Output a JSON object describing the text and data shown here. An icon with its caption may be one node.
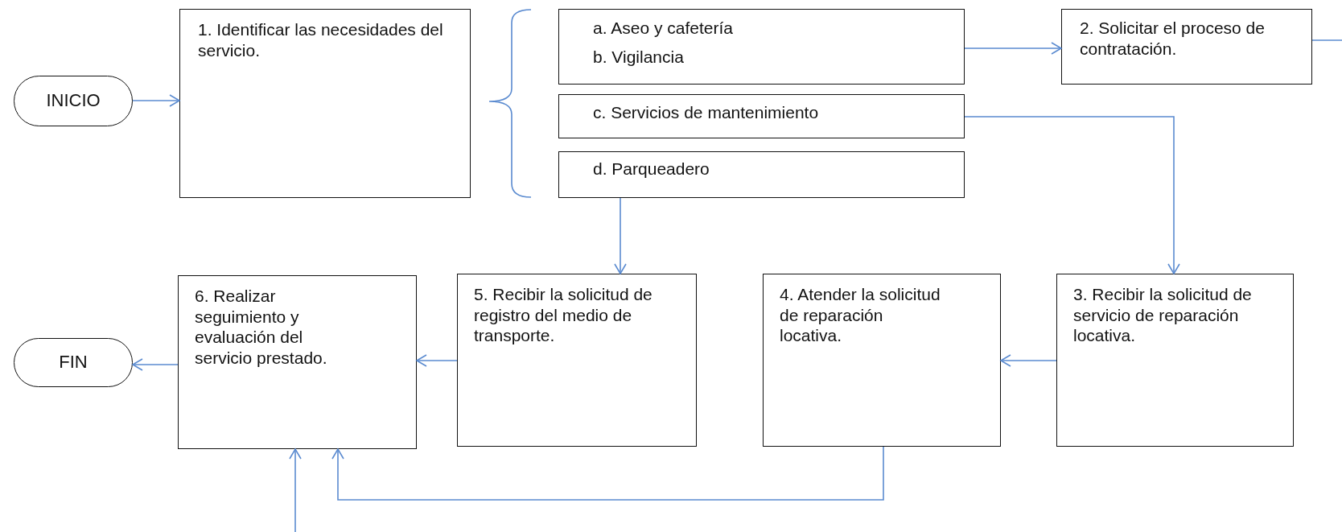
{
  "diagram": {
    "nodes": [
      {
        "text": [
          "INICIO"
        ]
      },
      {
        "text": [
          "1. Identificar las necesidades del servicio."
        ]
      },
      {
        "text": [
          "a. Aseo y cafetería",
          "b. Vigilancia"
        ]
      },
      {
        "text": [
          "c. Servicios de mantenimiento"
        ]
      },
      {
        "text": [
          "d. Parqueadero"
        ]
      },
      {
        "text": [
          "2. Solicitar el proceso de contratación."
        ]
      },
      {
        "text": [
          "3. Recibir la solicitud de servicio de reparación locativa."
        ]
      },
      {
        "text": [
          "4. Atender la solicitud de reparación locativa."
        ]
      },
      {
        "text": [
          "5. Recibir la solicitud de registro del medio de transporte."
        ]
      },
      {
        "text": [
          "6. Realizar seguimiento y evaluación del servicio prestado."
        ]
      },
      {
        "text": [
          "FIN"
        ]
      }
    ],
    "edges": [
      {
        "from": 0,
        "to": 1,
        "arrow": "to"
      },
      {
        "from": 2,
        "to": 5,
        "arrow": "to"
      },
      {
        "from": 5,
        "to": null,
        "arrow": "none"
      },
      {
        "from": 3,
        "to": 6,
        "arrow": "to"
      },
      {
        "from": 4,
        "to": 8,
        "arrow": "to"
      },
      {
        "from": 6,
        "to": 7,
        "arrow": "to"
      },
      {
        "from": 8,
        "to": 9,
        "arrow": "to"
      },
      {
        "from": 9,
        "to": 10,
        "arrow": "to"
      },
      {
        "from": 7,
        "to": 9,
        "arrow": "to"
      },
      {
        "from": null,
        "to": 9,
        "arrow": "to"
      }
    ]
  }
}
